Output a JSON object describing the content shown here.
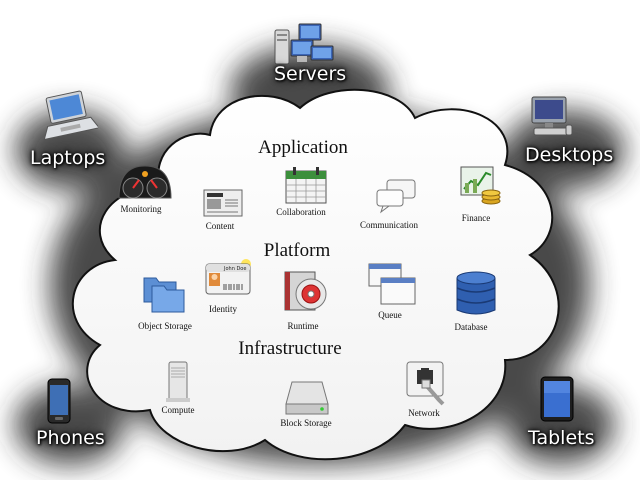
{
  "outside_devices": [
    {
      "id": "servers",
      "label": "Servers",
      "icon": "servers-icon"
    },
    {
      "id": "laptops",
      "label": "Laptops",
      "icon": "laptop-icon"
    },
    {
      "id": "desktops",
      "label": "Desktops",
      "icon": "desktop-icon"
    },
    {
      "id": "phones",
      "label": "Phones",
      "icon": "phone-icon"
    },
    {
      "id": "tablets",
      "label": "Tablets",
      "icon": "tablet-icon"
    }
  ],
  "layers": {
    "application": {
      "title": "Application",
      "services": [
        {
          "label": "Monitoring",
          "icon": "speedometer-icon"
        },
        {
          "label": "Content",
          "icon": "newspaper-icon"
        },
        {
          "label": "Collaboration",
          "icon": "calendar-icon"
        },
        {
          "label": "Communication",
          "icon": "chat-bubbles-icon"
        },
        {
          "label": "Finance",
          "icon": "chart-coins-icon"
        }
      ]
    },
    "platform": {
      "title": "Platform",
      "services": [
        {
          "label": "Object Storage",
          "icon": "folders-icon"
        },
        {
          "label": "Identity",
          "icon": "id-card-icon",
          "card_name": "John Doe"
        },
        {
          "label": "Runtime",
          "icon": "disc-box-icon"
        },
        {
          "label": "Queue",
          "icon": "windows-stack-icon"
        },
        {
          "label": "Database",
          "icon": "database-icon"
        }
      ]
    },
    "infrastructure": {
      "title": "Infrastructure",
      "services": [
        {
          "label": "Compute",
          "icon": "server-tower-icon"
        },
        {
          "label": "Block Storage",
          "icon": "hard-drive-icon"
        },
        {
          "label": "Network",
          "icon": "ethernet-jack-icon"
        }
      ]
    }
  },
  "colors": {
    "cloud_fill": "#ffffff",
    "cloud_stroke": "#111111",
    "device_label": "#ffffff"
  }
}
